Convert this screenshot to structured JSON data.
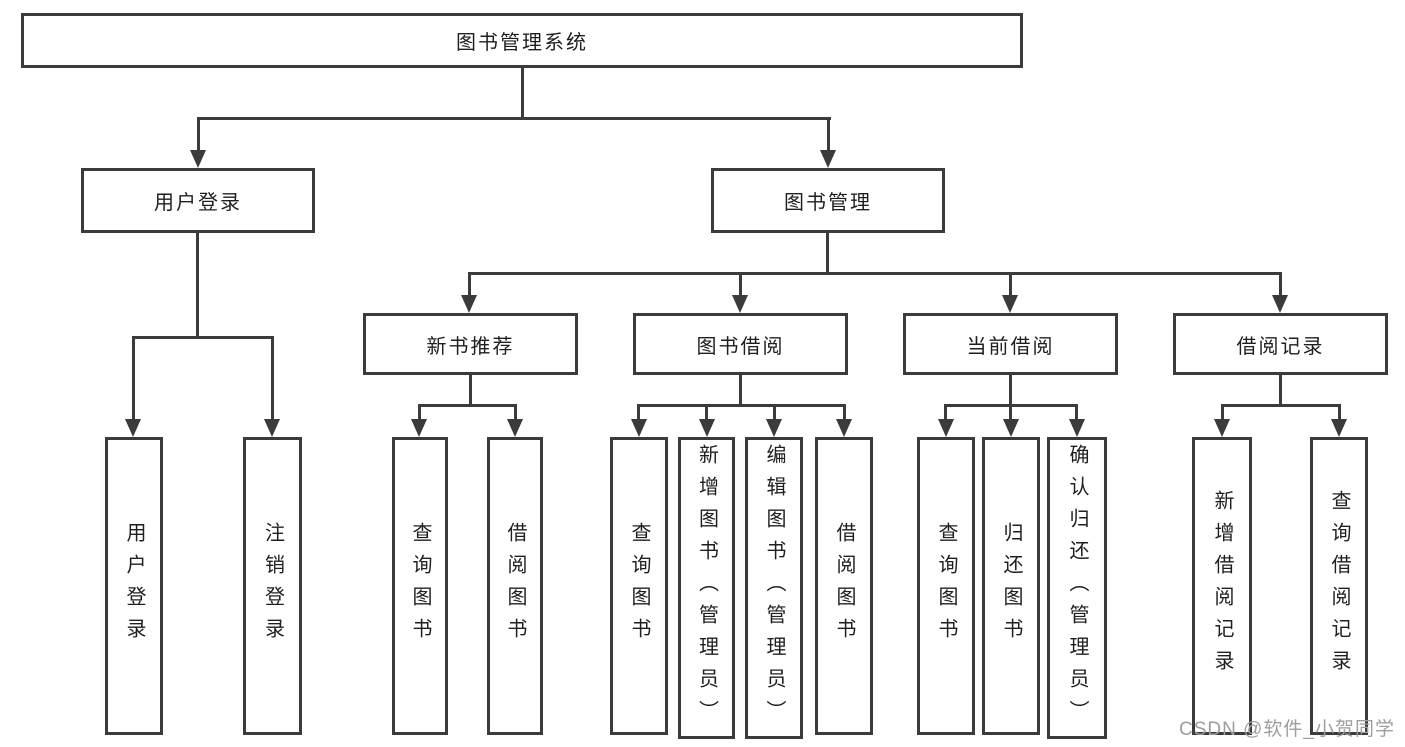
{
  "diagram": {
    "title": "图书管理系统",
    "level2": {
      "user_login": "用户登录",
      "book_management": "图书管理"
    },
    "level3": {
      "new_book": "新书推荐",
      "book_borrow": "图书借阅",
      "current_borrow": "当前借阅",
      "borrow_record": "借阅记录"
    },
    "leaves": {
      "user_login": [
        "用户登录",
        "注销登录"
      ],
      "new_book": [
        "查询图书",
        "借阅图书"
      ],
      "book_borrow": [
        "查询图书",
        "新增图书（管理员）",
        "编辑图书（管理员）",
        "借阅图书"
      ],
      "current_borrow": [
        "查询图书",
        "归还图书",
        "确认归还（管理员）"
      ],
      "borrow_record": [
        "新增借阅记录",
        "查询借阅记录"
      ]
    },
    "watermark": "CSDN @软件_小贺同学",
    "colors": {
      "line": "#3b3b3b",
      "text": "#1f1f1f",
      "watermark": "#9e9e9e",
      "background": "#ffffff"
    }
  }
}
